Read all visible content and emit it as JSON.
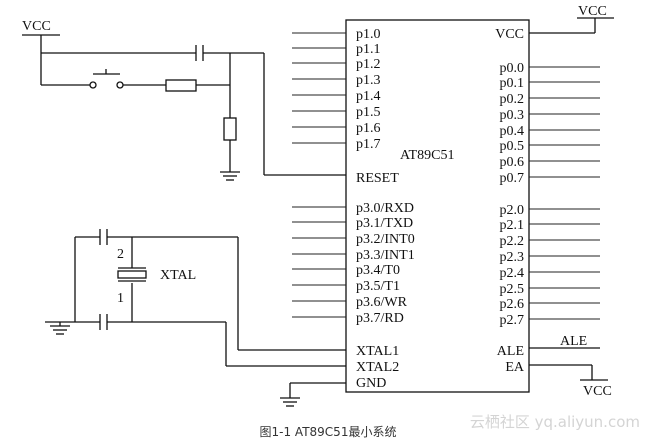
{
  "chip": {
    "name": "AT89C51",
    "left_pins": [
      "p1.0",
      "p1.1",
      "p1.2",
      "p1.3",
      "p1.4",
      "p1.5",
      "p1.6",
      "p1.7",
      "RESET",
      "p3.0/RXD",
      "p3.1/TXD",
      "p3.2/INT0",
      "p3.3/INT1",
      "p3.4/T0",
      "p3.5/T1",
      "p3.6/WR",
      "p3.7/RD",
      "XTAL1",
      "XTAL2",
      "GND"
    ],
    "right_pins": [
      "VCC",
      "p0.0",
      "p0.1",
      "p0.2",
      "p0.3",
      "p0.4",
      "p0.5",
      "p0.6",
      "p0.7",
      "p2.0",
      "p2.1",
      "p2.2",
      "p2.3",
      "p2.4",
      "p2.5",
      "p2.6",
      "p2.7",
      "ALE",
      "EA"
    ]
  },
  "labels": {
    "vcc_reset": "VCC",
    "vcc_top": "VCC",
    "vcc_ea": "VCC",
    "ale_out": "ALE",
    "xtal": "XTAL",
    "cap_num_2": "2",
    "cap_num_1": "1"
  },
  "caption": "图1-1 AT89C51最小系统",
  "watermark": "云栖社区 yq.aliyun.com",
  "colors": {
    "line": "#111111",
    "caption": "#333333",
    "watermark": "#d4d4d4"
  }
}
